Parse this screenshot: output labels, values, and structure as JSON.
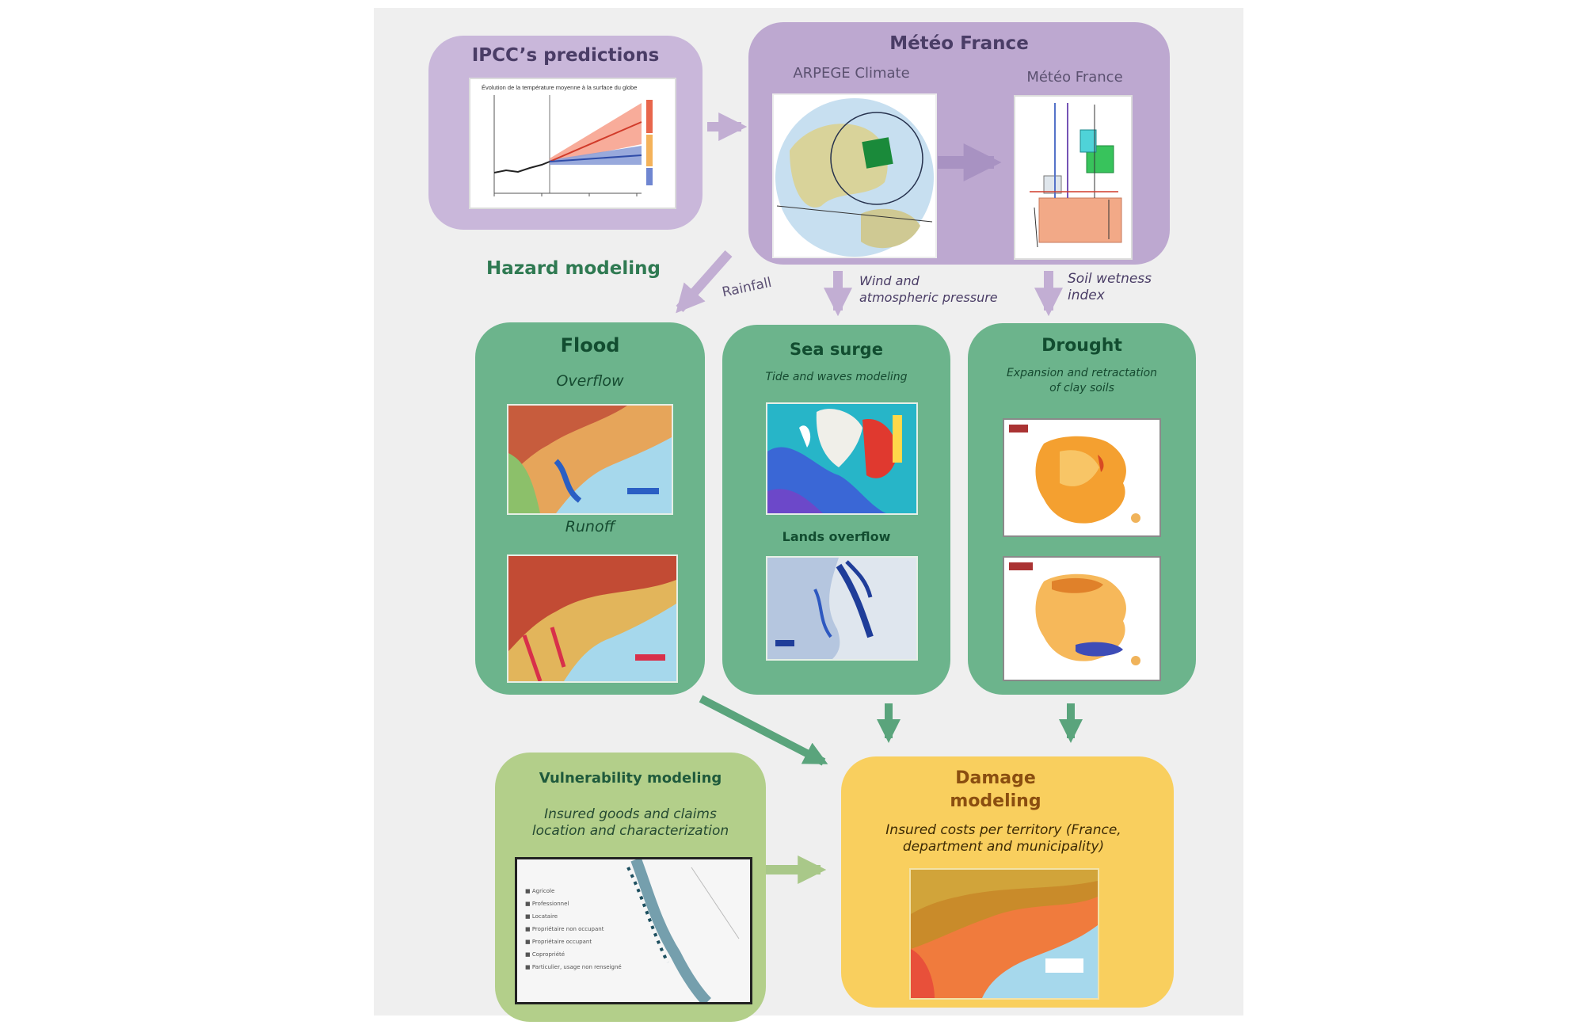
{
  "ipcc": {
    "title": "IPCC’s predictions",
    "chart_caption": "Évolution de la température moyenne à la surface du globe"
  },
  "meteo": {
    "title": "Météo France",
    "model_label": "ARPEGE Climate",
    "sub_label": "Météo France"
  },
  "hazard": {
    "title": "Hazard modeling"
  },
  "flows": {
    "rainfall": "Rainfall",
    "wind": "Wind and atmospheric pressure",
    "soil": "Soil wetness index"
  },
  "flood": {
    "title": "Flood",
    "overflow": "Overflow",
    "runoff": "Runoff"
  },
  "surge": {
    "title": "Sea surge",
    "subtitle": "Tide and waves modeling",
    "lands": "Lands overflow"
  },
  "drought": {
    "title": "Drought",
    "subtitle": "Expansion and retractation of clay soils"
  },
  "vulnerability": {
    "title": "Vulnerability modeling",
    "subtitle": "Insured goods and claims location and characterization"
  },
  "damage": {
    "title": "Damage modeling",
    "subtitle": "Insured costs per territory (France, department and municipality)"
  },
  "colors": {
    "purple_box": "#c2aed3",
    "purple_dark": "#b49ecb",
    "green_box": "#6cb48c",
    "light_green_box": "#b3cf8a",
    "yellow_box": "#f9cf5e",
    "title_green": "#1f5a3c",
    "title_purple": "#4a3d66"
  }
}
